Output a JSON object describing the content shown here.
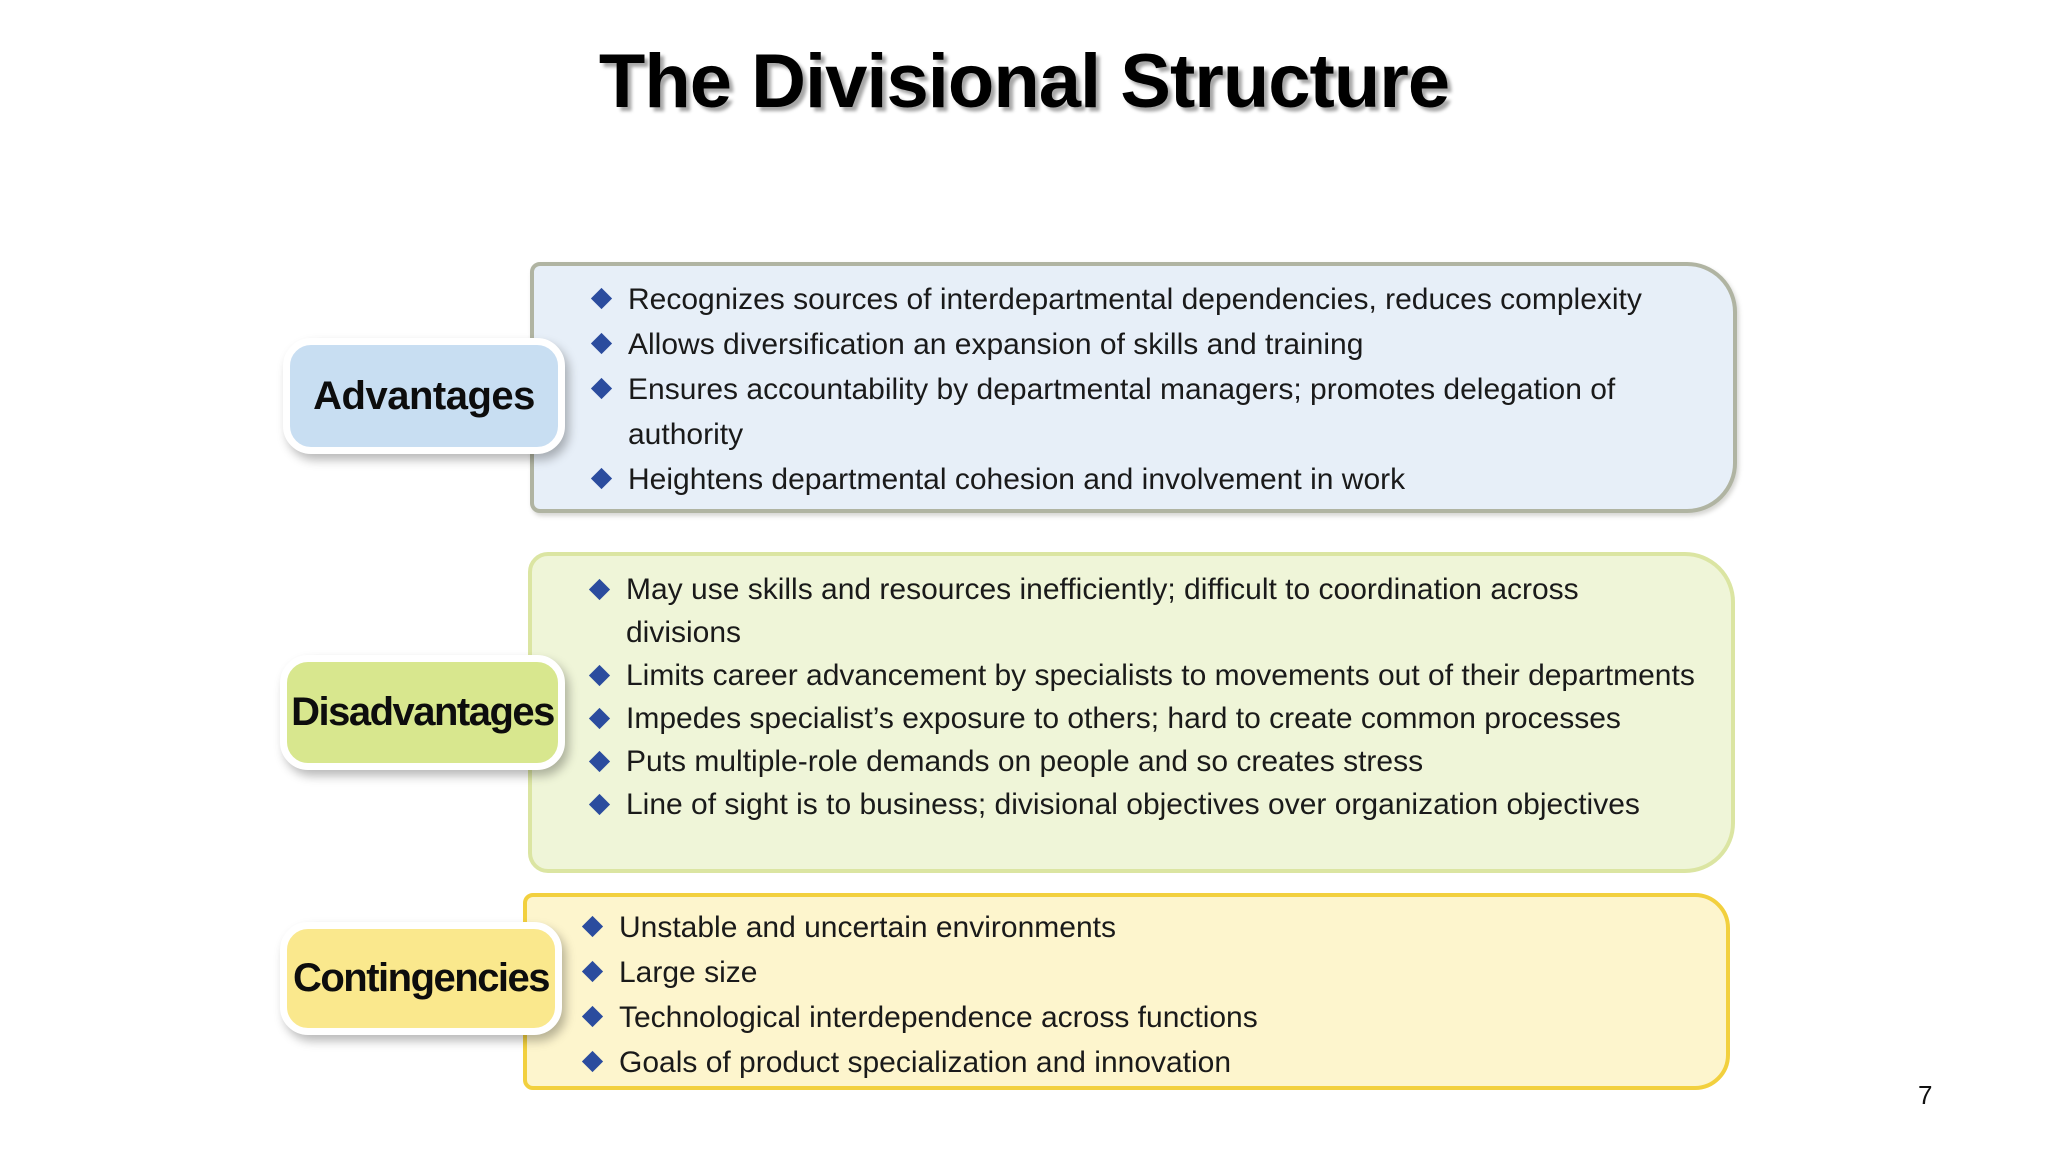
{
  "slide": {
    "title": "The Divisional Structure",
    "page_number": "7",
    "bullet_icon": "diamond-bullet",
    "bullet_color": "#2b4c9e",
    "sections": [
      {
        "id": "advantages",
        "label": "Advantages",
        "label_bg": "#c8def2",
        "box_bg": "#e7eff8",
        "box_border": "#b0b4a2",
        "bullets": [
          "Recognizes sources of interdepartmental dependencies, reduces complexity",
          "Allows diversification an expansion of skills and training",
          "Ensures accountability by departmental managers; promotes delegation of authority",
          "Heightens departmental cohesion and involvement in work"
        ]
      },
      {
        "id": "disadvantages",
        "label": "Disadvantages",
        "label_bg": "#d8e78e",
        "box_bg": "#eff5d8",
        "box_border": "#dbe5a2",
        "bullets": [
          "May use skills and resources inefficiently; difficult to coordination across divisions",
          "Limits career advancement by specialists to movements out of their departments",
          "Impedes specialist’s exposure to others; hard to create common processes",
          "Puts multiple-role demands on people and so creates stress",
          "Line of sight is to business; divisional objectives over organization objectives"
        ]
      },
      {
        "id": "contingencies",
        "label": "Contingencies",
        "label_bg": "#fae88d",
        "box_bg": "#fdf5cd",
        "box_border": "#f2d03e",
        "bullets": [
          "Unstable and uncertain environments",
          "Large size",
          "Technological interdependence across functions",
          "Goals of product specialization and innovation"
        ]
      }
    ]
  }
}
